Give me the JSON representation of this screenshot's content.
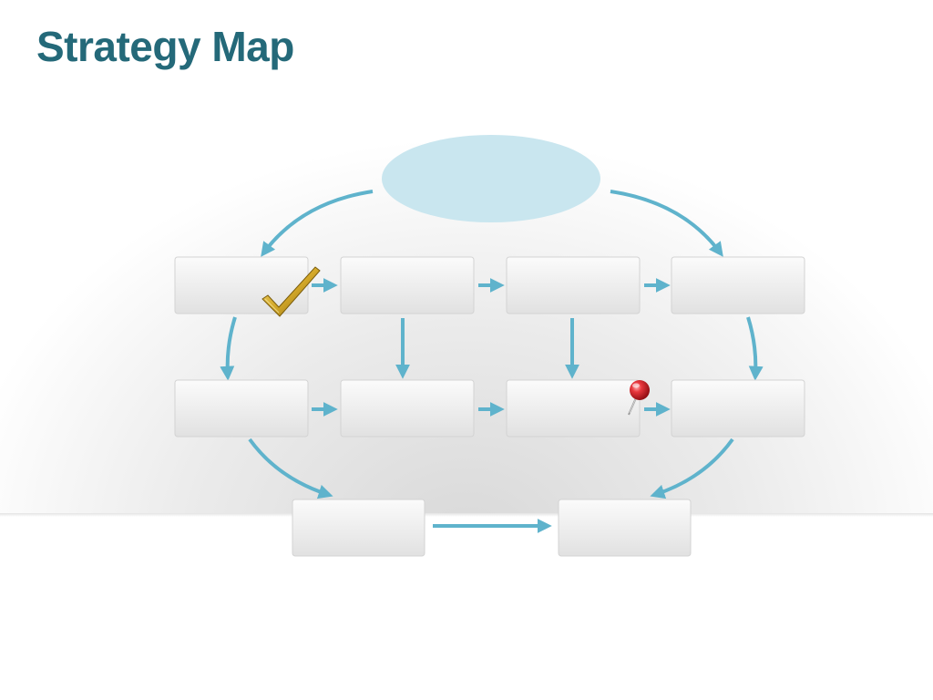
{
  "title": "Strategy Map",
  "colors": {
    "title": "#246979",
    "arrow": "#5fb3cc",
    "ellipse_fill": "#c9e6ef",
    "box_top": "#fafafa",
    "box_bottom": "#e2e2e2",
    "box_border": "#d3d3d3",
    "checkmark": "#c9a227",
    "pin": "#d32128"
  },
  "goal_ellipse": {
    "label": ""
  },
  "boxes": [
    {
      "id": "r1c1",
      "label": ""
    },
    {
      "id": "r1c2",
      "label": ""
    },
    {
      "id": "r1c3",
      "label": ""
    },
    {
      "id": "r1c4",
      "label": ""
    },
    {
      "id": "r2c1",
      "label": ""
    },
    {
      "id": "r2c2",
      "label": ""
    },
    {
      "id": "r2c3",
      "label": ""
    },
    {
      "id": "r2c4",
      "label": ""
    },
    {
      "id": "r3c1",
      "label": ""
    },
    {
      "id": "r3c2",
      "label": ""
    }
  ],
  "icons": {
    "checkmark": "checkmark-icon",
    "pushpin": "pushpin-icon"
  }
}
